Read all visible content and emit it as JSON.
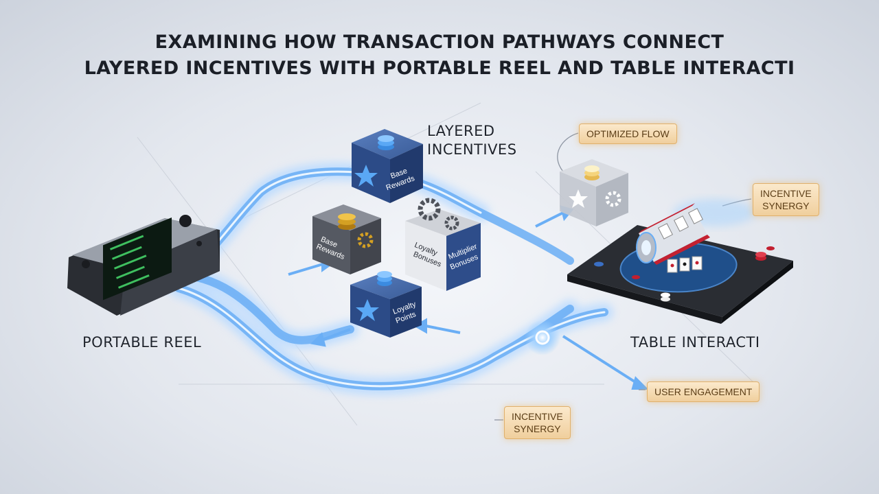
{
  "title": {
    "line1": "EXAMINING HOW TRANSACTION PATHWAYS CONNECT",
    "line2": "LAYERED INCENTIVES WITH PORTABLE REEL AND TABLE INTERACTI"
  },
  "labels": {
    "portable_reel": "PORTABLE REEL",
    "table_interact": "TABLE INTERACTI",
    "layered_line1": "LAYERED",
    "layered_line2": "INCENTIVES"
  },
  "tags": {
    "optimized_flow": "OPTIMIZED FLOW",
    "synergy_top_line1": "INCENTIVE",
    "synergy_top_line2": "SYNERGY",
    "user_engagement": "USER ENGAGEMENT",
    "synergy_bottom_line1": "INCENTIVE",
    "synergy_bottom_line2": "SYNERGY"
  },
  "cubes": {
    "top_line1": "Base",
    "top_line2": "Rewards",
    "left_line1": "Base",
    "left_line2": "Rewards",
    "middle_line1": "Loyalty",
    "middle_line2": "Bonuses",
    "right_line1": "Multiplier",
    "right_line2": "Bonuses",
    "bottom_line1": "Loyalty",
    "bottom_line2": "Points"
  },
  "colors": {
    "pathway": "#6aaef5",
    "pathway_glow": "#bcdcff",
    "cube_blue": "#2f4f8c",
    "cube_gray": "#6b6f79",
    "tag_fill": "#f4dcb5",
    "table_felt": "#1f4f8a"
  },
  "icons": [
    "star-icon",
    "gear-icon",
    "coin-stack-icon",
    "gamepad-icon",
    "slot-reel-icon",
    "poker-chip-icon",
    "playing-card-icon"
  ]
}
